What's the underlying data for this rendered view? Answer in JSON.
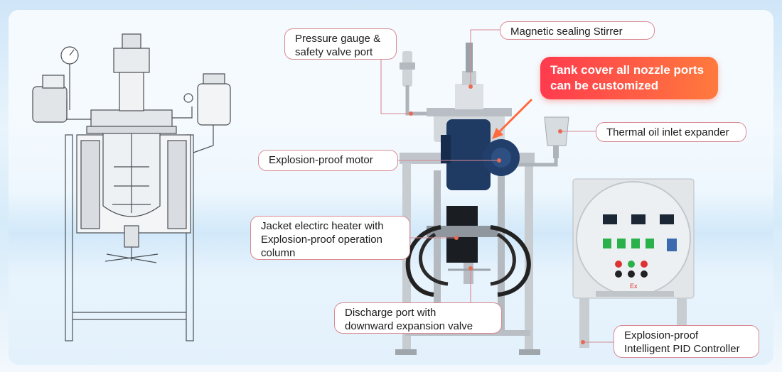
{
  "callouts": {
    "pressure_gauge": "Pressure gauge &\nsafety valve port",
    "magnetic_stirrer": "Magnetic sealing Stirrer",
    "tank_cover": "Tank cover all nozzle ports\ncan be customized",
    "thermal_oil": "Thermal oil inlet expander",
    "explosion_motor": "Explosion-proof motor",
    "jacket_heater": "Jacket electirc heater with\nExplosion-proof operation\ncolumn",
    "discharge_port": "Discharge port with\ndownward expansion valve",
    "pid_controller": "Explosion-proof\nIntelligent PID Controller"
  },
  "cabinet_mark": "Ex",
  "colors": {
    "accent_gradient_start": "#ff3b4e",
    "accent_gradient_end": "#ff7a3d",
    "callout_border": "#d98a92",
    "motor_blue": "#1f3a63",
    "stainless": "#c9ced3"
  }
}
